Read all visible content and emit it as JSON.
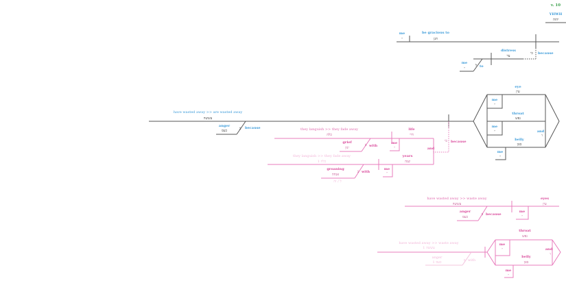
{
  "verse": "v. 10",
  "vocative": {
    "en": "YHWH",
    "he": "יהוה"
  },
  "clause1": {
    "subject": {
      "en": "me",
      "he": "י"
    },
    "verb": {
      "en": "be gracious to",
      "he": "חנן"
    },
    "conj": {
      "he": "כי",
      "en": "because"
    }
  },
  "clause2": {
    "noun": {
      "en": "distress",
      "he": "צר"
    },
    "prep": {
      "he": "ל",
      "en": "to"
    },
    "obj": {
      "en": "me",
      "he": "י"
    }
  },
  "clause3": {
    "verb": {
      "en": "have wasted away >> are wasted away",
      "he": "עששה"
    },
    "prep_obj": {
      "en": "anger",
      "he": "כעס"
    },
    "prep": {
      "he": "ב",
      "en": "because"
    },
    "subjects": {
      "eye": {
        "en": "eye",
        "he": "עין"
      },
      "throat": {
        "en": "throat",
        "he": "נפש"
      },
      "belly": {
        "en": "belly",
        "he": "בטן"
      },
      "me1": {
        "en": "me",
        "he": "י"
      },
      "me2": {
        "en": "me",
        "he": "י"
      },
      "me3": {
        "en": "me",
        "he": "י"
      },
      "and": {
        "en": "and",
        "he": "ו"
      }
    }
  },
  "clause4": {
    "verb": {
      "en": "they languish >> they fade away",
      "he": "כלה"
    },
    "subject": {
      "en": "life",
      "he": "חיי"
    },
    "me": {
      "en": "me",
      "he": "י"
    },
    "prep_obj": {
      "en": "grief",
      "he": "יגון"
    },
    "prep": {
      "he": "ב",
      "en": "with"
    },
    "conj_and": {
      "en": "and",
      "he": "ו"
    },
    "conj": {
      "he": "כי",
      "en": "because"
    }
  },
  "clause5": {
    "verb": {
      "en": "they languish >> they fade away",
      "he": "כלה 1"
    },
    "subject": {
      "en": "years",
      "he": "שנה"
    },
    "me": {
      "en": "me",
      "he": "י"
    },
    "prep_obj": {
      "en": "groaning",
      "he": "אנחה"
    },
    "prep": {
      "he": "ב",
      "en": "with"
    },
    "faint": {
      "he": "ל / זה"
    }
  },
  "clause6": {
    "verb": {
      "en": "have wasted away >> waste away",
      "he": "עששה"
    },
    "subject": {
      "en": "eyes",
      "he": "עין"
    },
    "me": {
      "en": "me",
      "he": "י"
    },
    "prep_obj": {
      "en": "anger",
      "he": "כעס"
    },
    "prep": {
      "he": "ב",
      "en": "because"
    }
  },
  "clause7": {
    "verb": {
      "en": "have wasted away >> waste away",
      "he": "עששה 1"
    },
    "throat": {
      "en": "throat",
      "he": "נפש"
    },
    "belly": {
      "en": "belly",
      "he": "בטן"
    },
    "me1": {
      "en": "me",
      "he": "י"
    },
    "me2": {
      "en": "me",
      "he": "י"
    },
    "and": {
      "en": "and",
      "he": "ו"
    },
    "prep_obj": {
      "en": "anger",
      "he": "כעס 1"
    },
    "prep": {
      "he": "ב",
      "en": "with"
    }
  }
}
